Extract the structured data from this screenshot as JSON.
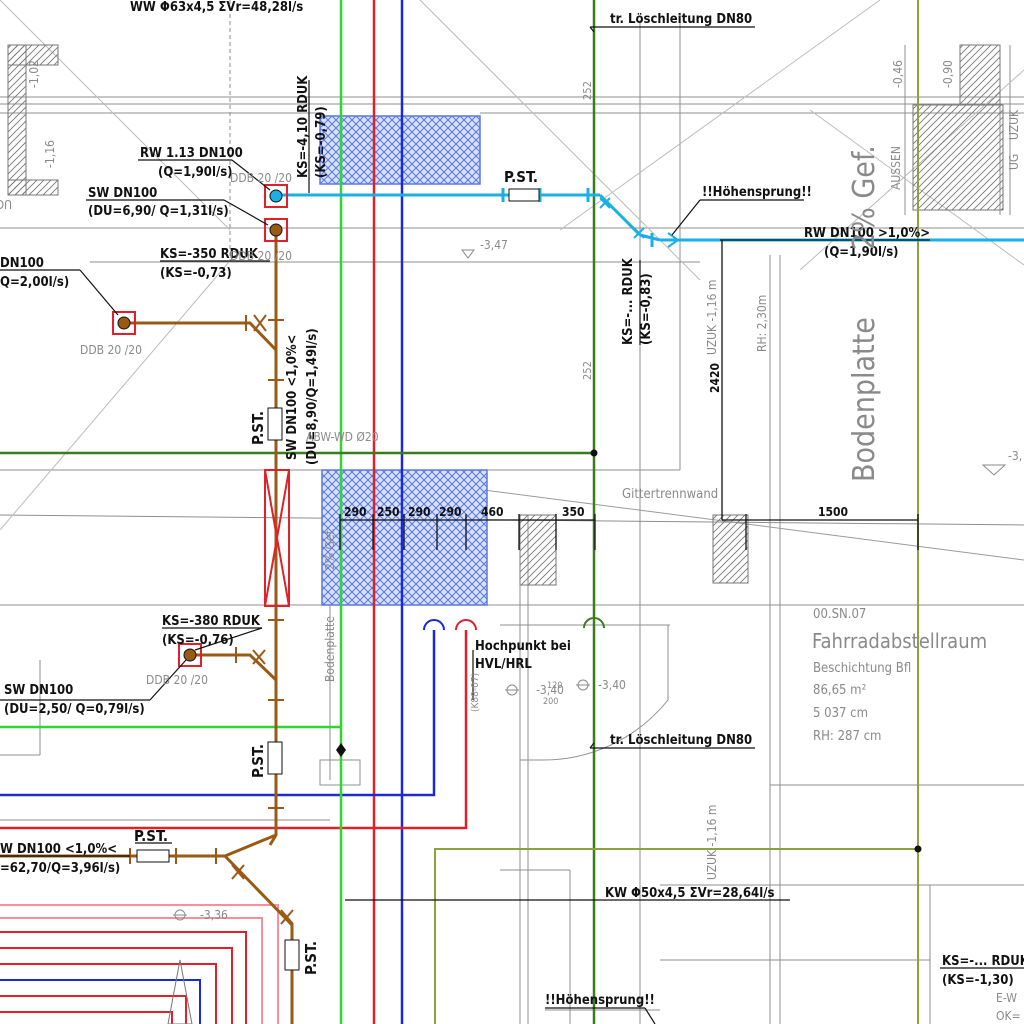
{
  "labels": {
    "ww": "WW Φ63x4,5 ΣVr=48,28l/s",
    "loesch_top": "tr. Löschleitung DN80",
    "loesch_mid": "tr. Löschleitung DN80",
    "rw113": "RW 1.13 DN100",
    "rw113_q": "(Q=1,90l/s)",
    "sw_dn100_a": "SW DN100",
    "sw_dn100_a_q": "(DU=6,90/ Q=1,31l/s)",
    "dn100_left": "DN100",
    "dn100_left_q": "Q=2,00l/s)",
    "ks410": "KS=-4,10 RDUK",
    "ks410_b": "(KS=-0,79)",
    "ks350": "KS=-350 RDUK",
    "ks350_b": "(KS=-0,73)",
    "pst_top": "P.ST.",
    "hoehensprung_top": "!!Höhensprung!!",
    "rw_dn100": "RW DN100 >1,0%>",
    "rw_dn100_q": "(Q=1,90l/s)",
    "ks_rduk_mid": "KS=-... RDUK",
    "ks_rduk_mid_b": "(KS=-0,83)",
    "sw_vert": "SW DN100 <1,0%<",
    "sw_vert_q": "(DU=8,90/Q=1,49l/s)",
    "pst_vert1": "P.ST.",
    "pst_vert2": "P.ST.",
    "pst_horiz": "P.ST.",
    "pst_bottom": "P.ST.",
    "ks380": "KS=-380 RDUK",
    "ks380_b": "(KS=-0,76)",
    "sw_dn100_b": "SW DN100",
    "sw_dn100_b_q": "(DU=2,50/ Q=0,79l/s)",
    "w_dn100": "W DN100 <1,0%<",
    "w_dn100_q": "=62,70/Q=3,96l/s)",
    "hochpunkt": "Hochpunkt bei",
    "hochpunkt_b": "HVL/HRL",
    "kw": "KW Φ50x4,5 ΣVr=28,64l/s",
    "hoehensprung_bottom": "!!Höhensprung!!",
    "ks_rduk_right": "KS=-... RDUK",
    "ks_rduk_right_b": "(KS=-1,30)",
    "dim_290a": "290",
    "dim_250": "250",
    "dim_290b": "290",
    "dim_290c": "290",
    "dim_460": "460",
    "dim_350": "350",
    "dim_1500": "1500",
    "dim_2420": "2420",
    "room_id": "00.SN.07",
    "room_name": "Fahrradabstellraum",
    "room_coating": "Beschichtung Bfl",
    "room_area": "86,65 m²",
    "room_volume": "5 037 cm",
    "room_rh": "RH: 287 cm",
    "bodenplatte_big": "Bodenplatte",
    "bodenplatte_gef": "2% Gef.",
    "bodenplatte_small": "Bodenplatte",
    "gef_small": "2% Gef.",
    "gittertrennwand": "Gittertrennwand",
    "uzuk_top": "UZUK -1,16 m",
    "uzuk_bottom": "UZUK -1,16 m",
    "rh230": "RH: 2,30m",
    "ddb_1": "DDB 20 /20",
    "ddb_2": "DDB 20 /20",
    "ddb_3": "DDB 20 /20",
    "ddb_4": "DDB 20 /20",
    "abw": "ABW-WD Ø20",
    "lvl_347": "-3,47",
    "lvl_340a": "-3,40",
    "lvl_340b": "-3,40",
    "lvl_336": "-3,36",
    "lvl_102": "-1,02",
    "lvl_116": "-1,16",
    "lvl_046": "-0,46",
    "lvl_090": "-0,90",
    "lvl_3_right": "-3,",
    "aussen": "AUSSEN",
    "ug_left": "UG",
    "ug_right": "UG",
    "uzk_right": "UZUK",
    "n252_top": "252",
    "n252_mid": "252",
    "n120": "120",
    "n200": "200",
    "k88": "(K88-07)",
    "ew": "E-W",
    "ok": "OK="
  },
  "colors": {
    "cold_water_green": "#2fd62f",
    "dark_green": "#3a7d1c",
    "olive": "#8ca23c",
    "heating_red": "#e0202a",
    "heating_blue": "#1a2ad6",
    "rain_cyan": "#1ab0e6",
    "sewage_brown": "#9a5a16",
    "hatch_blue": "#5a78e0",
    "wall_gray": "#8a8a8a",
    "pink": "#ff8c9a"
  }
}
